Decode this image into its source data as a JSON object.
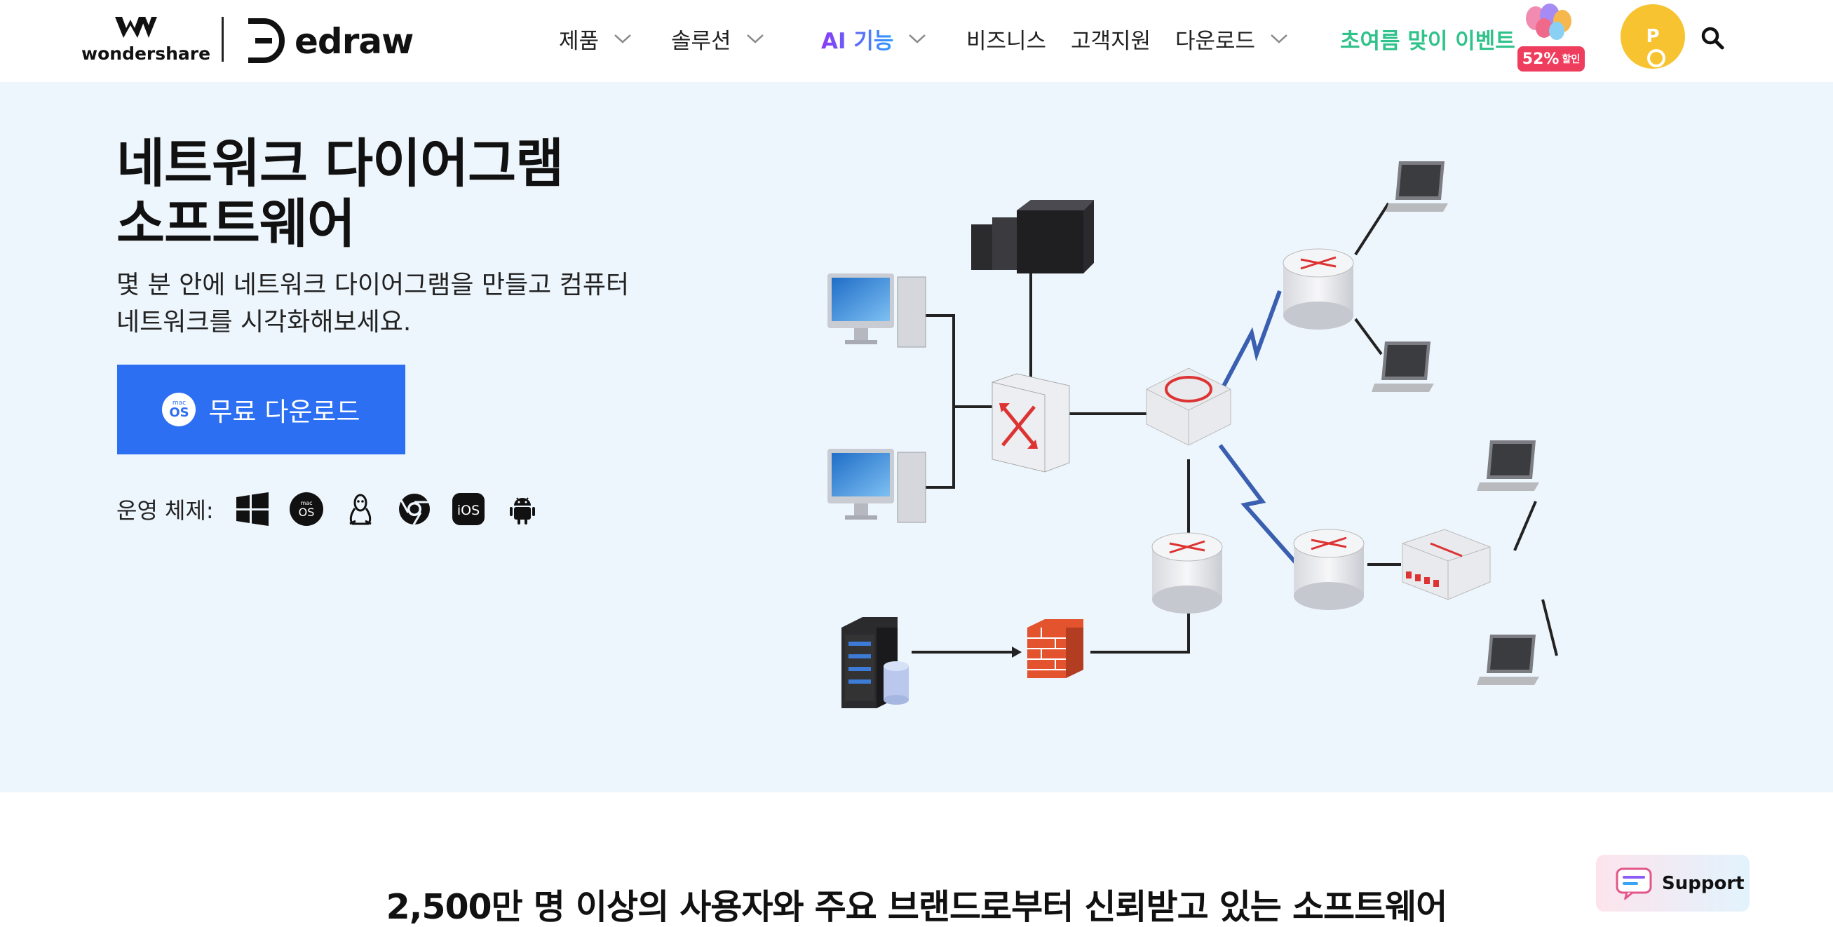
{
  "brand": {
    "wondershare": "wondershare",
    "edraw": "edraw"
  },
  "nav": {
    "products": "제품",
    "solutions": "솔루션",
    "ai": "AI 기능",
    "business": "비즈니스",
    "support": "고객지원",
    "download": "다운로드",
    "promo": "초여름 맞이 이벤트",
    "promo_badge": "52%",
    "promo_badge_sub": "할인"
  },
  "user": {
    "avatar_initial": "P"
  },
  "hero": {
    "title": "네트워크 다이어그램 소프트웨어",
    "subtitle_line1": "몇 분 안에 네트워크 다이어그램을 만들고 컴퓨터",
    "subtitle_line2": "네트워크를 시각화해보세요.",
    "download_button": "무료 다운로드",
    "os_label": "운영 체제:",
    "os_list": [
      "windows-icon",
      "macos-icon",
      "linux-icon",
      "chrome-icon",
      "ios-icon",
      "android-icon"
    ]
  },
  "trust": {
    "title": "2,500만 명 이상의 사용자와 주요 브랜드로부터 신뢰받고 있는 소프트웨어"
  },
  "support_widget": {
    "label": "Support"
  },
  "colors": {
    "hero_bg": "#eef6fd",
    "primary_button": "#2d6ff2",
    "promo_green": "#2fc28a",
    "avatar": "#f7c331"
  }
}
